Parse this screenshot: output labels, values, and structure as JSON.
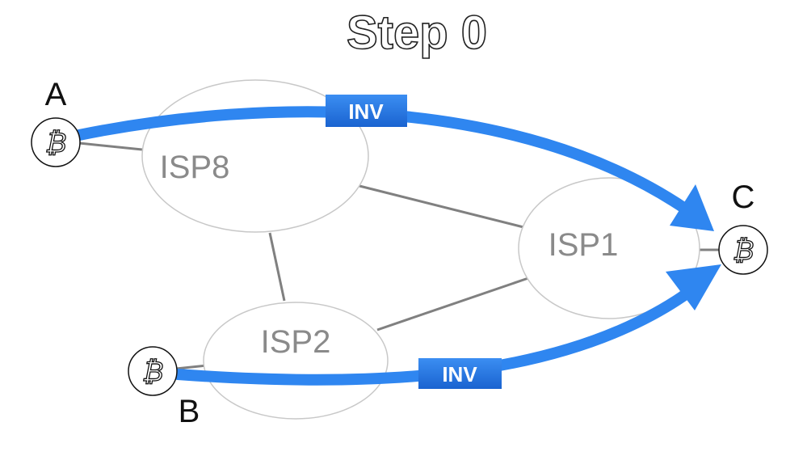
{
  "title": "Step 0",
  "isps": [
    {
      "id": "isp8",
      "label": "ISP8"
    },
    {
      "id": "isp1",
      "label": "ISP1"
    },
    {
      "id": "isp2",
      "label": "ISP2"
    }
  ],
  "nodes": [
    {
      "id": "a",
      "label": "A",
      "icon": "bitcoin-icon",
      "glyph": "₿"
    },
    {
      "id": "b",
      "label": "B",
      "icon": "bitcoin-icon",
      "glyph": "₿"
    },
    {
      "id": "c",
      "label": "C",
      "icon": "bitcoin-icon",
      "glyph": "₿"
    }
  ],
  "messages": [
    {
      "id": "a-to-c",
      "from": "A",
      "to": "C",
      "label": "INV"
    },
    {
      "id": "b-to-c",
      "from": "B",
      "to": "C",
      "label": "INV"
    }
  ],
  "colors": {
    "arrow": "#2f86f0",
    "inv_box_top": "#3b8ef2",
    "inv_box_bottom": "#1a63d0",
    "isp_outline": "#c8c8c8",
    "link": "#808080"
  }
}
